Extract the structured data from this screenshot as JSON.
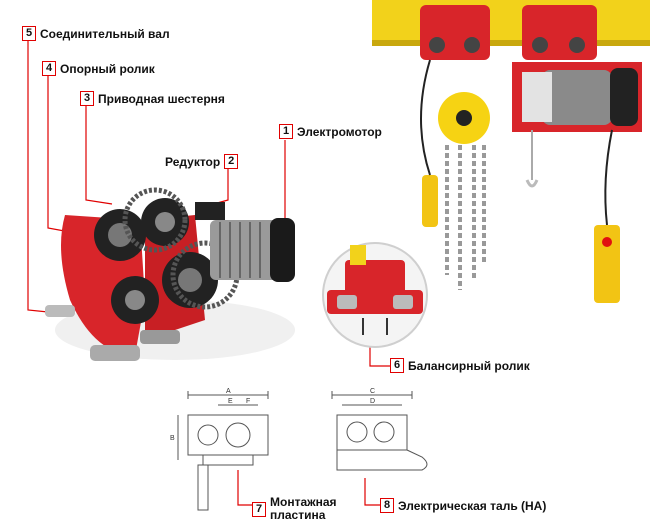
{
  "labels": {
    "l1": {
      "num": "1",
      "text": "Электромотор"
    },
    "l2": {
      "num": "2",
      "text": "Редуктор"
    },
    "l3": {
      "num": "3",
      "text": "Приводная шестерня"
    },
    "l4": {
      "num": "4",
      "text": "Опорный ролик"
    },
    "l5": {
      "num": "5",
      "text": "Соединительный вал"
    },
    "l6": {
      "num": "6",
      "text": "Балансирный ролик"
    },
    "l7": {
      "num": "7",
      "text_line1": "Монтажная",
      "text_line2": "пластина"
    },
    "l8": {
      "num": "8",
      "text": "Электрическая таль (НА)"
    }
  },
  "drawing_letters": {
    "a": "A",
    "b": "B",
    "c": "C",
    "d": "D",
    "e": "E",
    "f": "F"
  },
  "colors": {
    "callout_border": "#e00000",
    "body_red": "#d8252a",
    "rail_yellow": "#f2d21b",
    "leader": "#e00000"
  }
}
